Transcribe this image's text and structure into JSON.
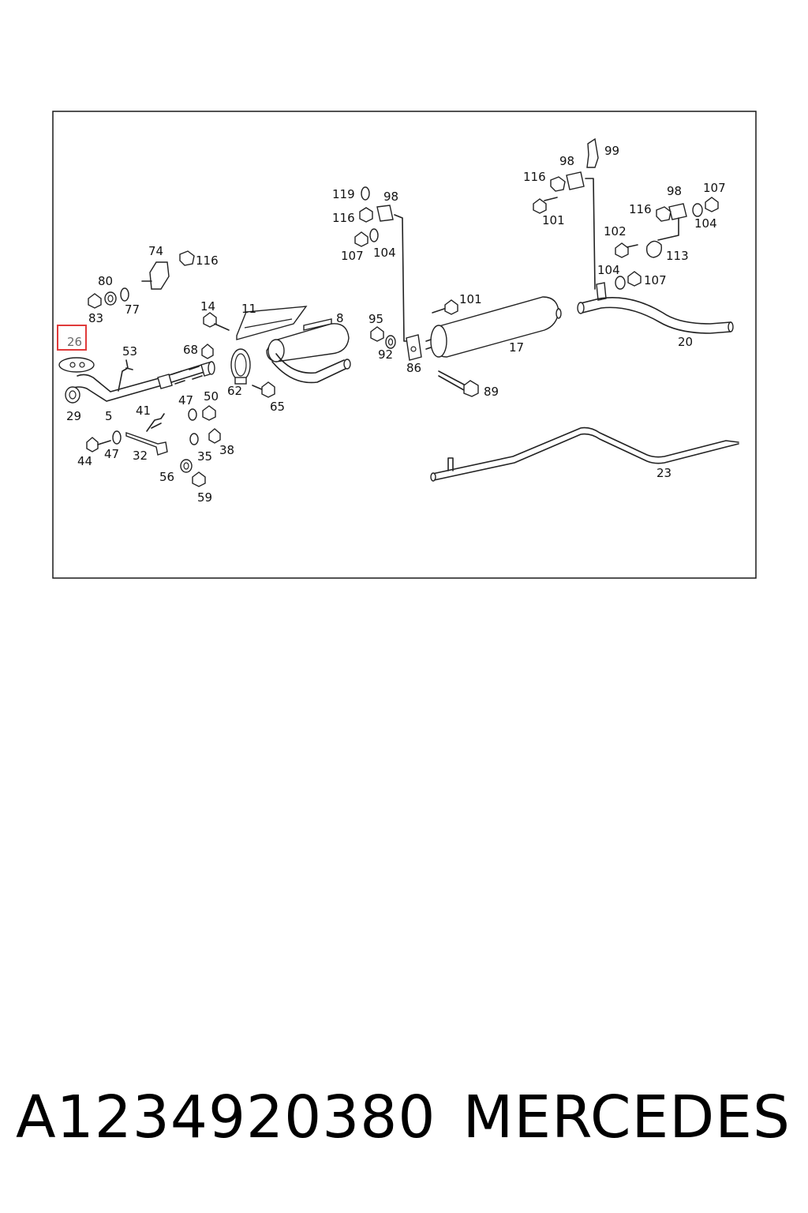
{
  "diagram": {
    "highlighted_label": "26",
    "labels": {
      "l74": "74",
      "l116a": "116",
      "l80": "80",
      "l83": "83",
      "l77": "77",
      "l14": "14",
      "l11": "11",
      "l8": "8",
      "l26": "26",
      "l53": "53",
      "l68": "68",
      "l29": "29",
      "l5": "5",
      "l62": "62",
      "l65": "65",
      "l41": "41",
      "l47a": "47",
      "l50": "50",
      "l44": "44",
      "l47b": "47",
      "l32": "32",
      "l35": "35",
      "l38": "38",
      "l56": "56",
      "l59": "59",
      "l119": "119",
      "l98a": "98",
      "l116b": "116",
      "l107a": "107",
      "l104a": "104",
      "l95": "95",
      "l92": "92",
      "l86": "86",
      "l101a": "101",
      "l17": "17",
      "l89": "89",
      "l99": "99",
      "l98b": "98",
      "l116c": "116",
      "l101b": "101",
      "l98c": "98",
      "l107b": "107",
      "l116d": "116",
      "l104b": "104",
      "l102": "102",
      "l113": "113",
      "l104c": "104",
      "l107c": "107",
      "l20": "20",
      "l23": "23"
    }
  },
  "footer": {
    "part_number": "A1234920380",
    "brand": "MERCEDES"
  },
  "colors": {
    "highlight_box": "#e03a3a",
    "frame": "#1a1a1a",
    "line_art": "#222222"
  }
}
